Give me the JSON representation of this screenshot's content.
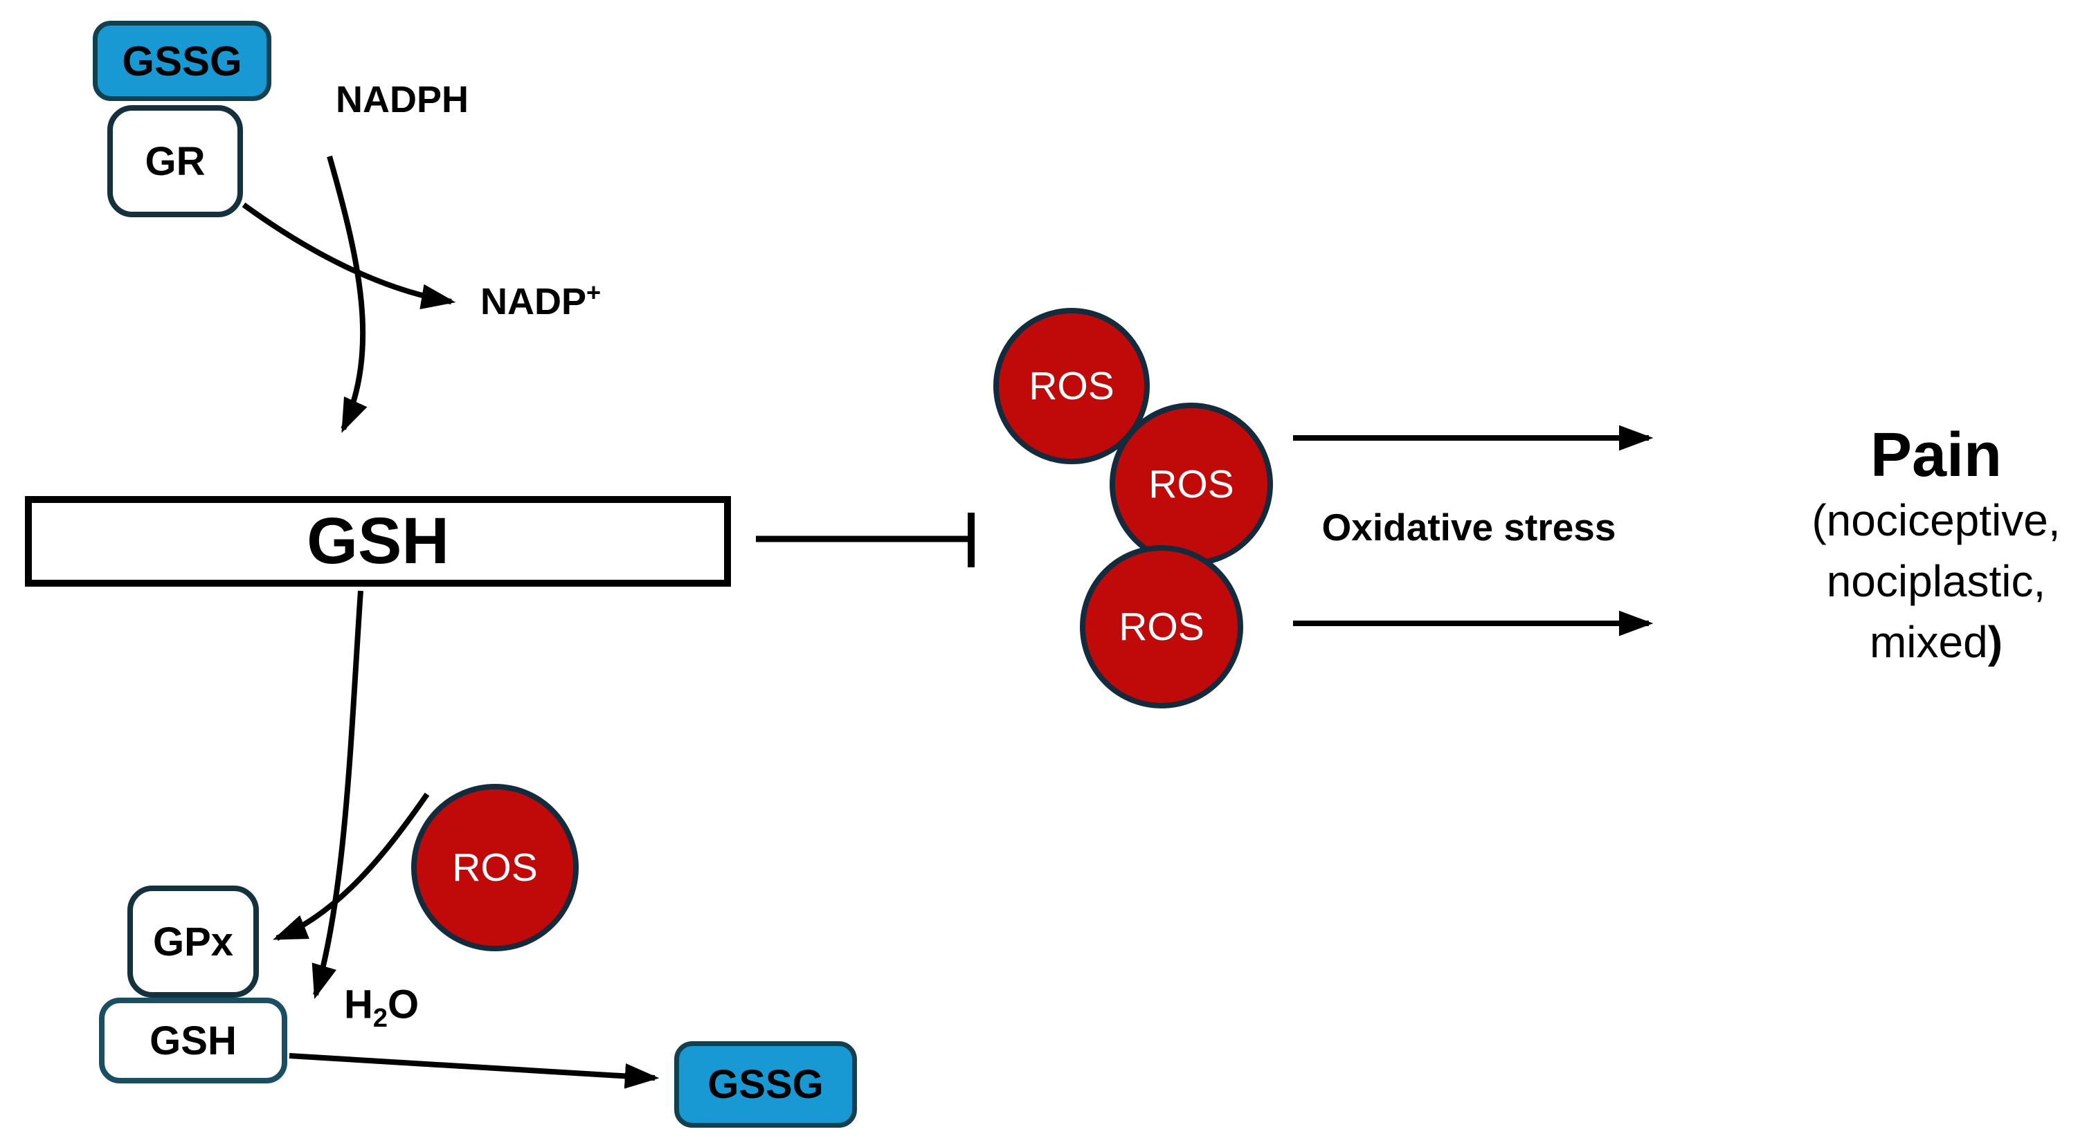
{
  "colors": {
    "blue_fill": "#1899D3",
    "blue_border": "#11404F",
    "red_fill": "#C00A0A",
    "red_border": "#132B3C",
    "navy_border": "#15313E",
    "teal_border": "#1A4E62",
    "line_color": "#000000"
  },
  "nodes": {
    "gssg_top": "GSSG",
    "gr": "GR",
    "gsh_main": "GSH",
    "gpx": "GPx",
    "gsh_small": "GSH",
    "gssg_bottom": "GSSG",
    "ros": "ROS"
  },
  "labels": {
    "nadph": "NADPH",
    "nadp_base": "NADP",
    "nadp_superscript": "+",
    "water_h": "H",
    "water_sub": "2",
    "water_o": "O",
    "oxidative_stress": "Oxidative stress",
    "pain_title": "Pain",
    "pain_sub1": "(nociceptive,",
    "pain_sub2": "nociplastic,",
    "pain_sub3": "mixed",
    "pain_sub3_bold": ")"
  }
}
